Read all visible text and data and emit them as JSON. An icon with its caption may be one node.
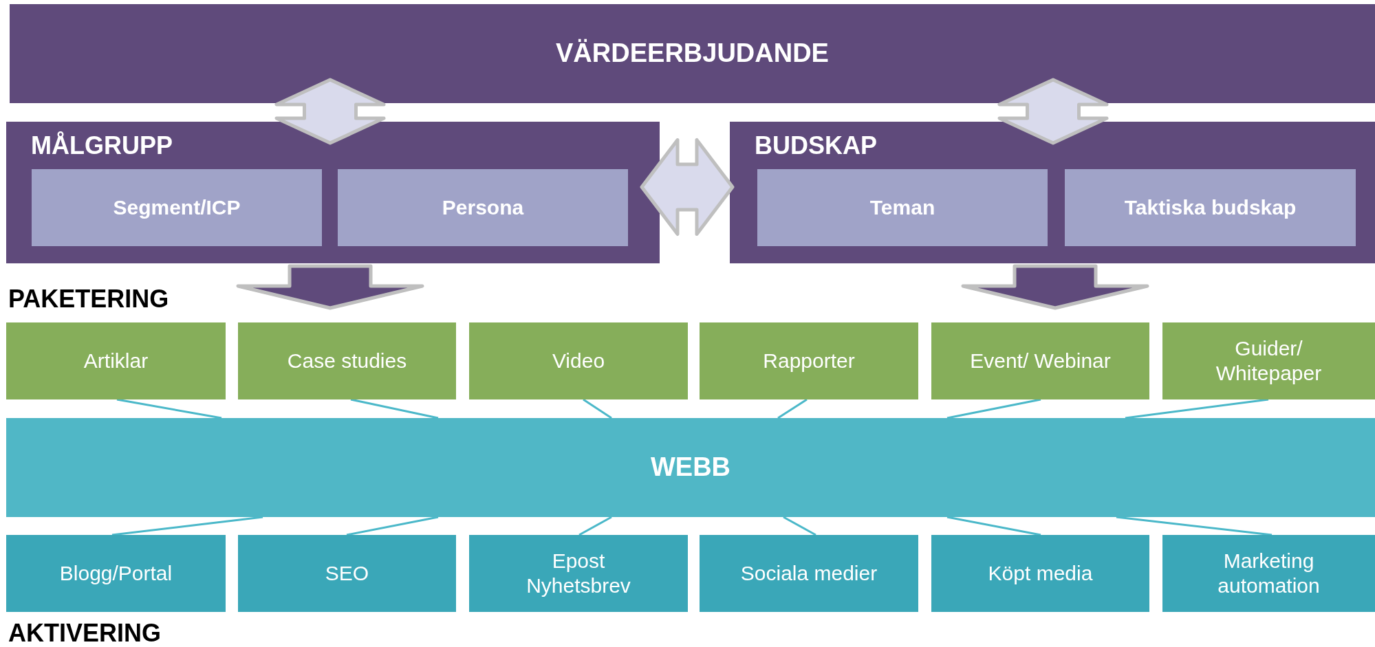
{
  "diagram": {
    "nodes": [
      {
        "text": [
          "VÄRDEERBJUDANDE"
        ]
      },
      {
        "text": [
          "MÅLGRUPP"
        ]
      },
      {
        "text": [
          "Segment/ICP"
        ],
        "in": 1
      },
      {
        "text": [
          "Persona"
        ],
        "in": 1
      },
      {
        "text": [
          "BUDSKAP"
        ]
      },
      {
        "text": [
          "Teman"
        ],
        "in": 4
      },
      {
        "text": [
          "Taktiska budskap"
        ],
        "in": 4
      },
      {
        "text": [
          "Artiklar"
        ]
      },
      {
        "text": [
          "Case studies"
        ]
      },
      {
        "text": [
          "Video"
        ]
      },
      {
        "text": [
          "Rapporter"
        ]
      },
      {
        "text": [
          "Event/ Webinar"
        ]
      },
      {
        "text": [
          "Guider/ Whitepaper"
        ]
      },
      {
        "text": [
          "WEBB"
        ]
      },
      {
        "text": [
          "Blogg/Portal"
        ]
      },
      {
        "text": [
          "SEO"
        ]
      },
      {
        "text": [
          "Epost Nyhetsbrev"
        ]
      },
      {
        "text": [
          "Sociala medier"
        ]
      },
      {
        "text": [
          "Köpt media"
        ]
      },
      {
        "text": [
          "Marketing automation"
        ]
      }
    ],
    "edges": [
      {
        "from": 0,
        "to": 1,
        "arrow": "both",
        "style": "thick",
        "color": "#d9daec"
      },
      {
        "from": 0,
        "to": 4,
        "arrow": "both",
        "style": "thick",
        "color": "#d9daec"
      },
      {
        "from": 1,
        "to": 4,
        "arrow": "both",
        "style": "thick",
        "color": "#d9daec"
      },
      {
        "from": 1,
        "to": 8,
        "arrow": "to",
        "style": "thick",
        "color": "#5f4a7b"
      },
      {
        "from": 4,
        "to": 11,
        "arrow": "to",
        "style": "thick",
        "color": "#5f4a7b"
      },
      {
        "from": 7,
        "to": 13,
        "arrow": "none"
      },
      {
        "from": 8,
        "to": 13,
        "arrow": "none"
      },
      {
        "from": 9,
        "to": 13,
        "arrow": "none"
      },
      {
        "from": 10,
        "to": 13,
        "arrow": "none"
      },
      {
        "from": 11,
        "to": 13,
        "arrow": "none"
      },
      {
        "from": 12,
        "to": 13,
        "arrow": "none"
      },
      {
        "from": 13,
        "to": 14,
        "arrow": "none"
      },
      {
        "from": 13,
        "to": 15,
        "arrow": "none"
      },
      {
        "from": 13,
        "to": 16,
        "arrow": "none"
      },
      {
        "from": 13,
        "to": 17,
        "arrow": "none"
      },
      {
        "from": 13,
        "to": 18,
        "arrow": "none"
      },
      {
        "from": 13,
        "to": 19,
        "arrow": "none"
      }
    ],
    "labels": [
      "PAKETERING",
      "AKTIVERING"
    ]
  }
}
